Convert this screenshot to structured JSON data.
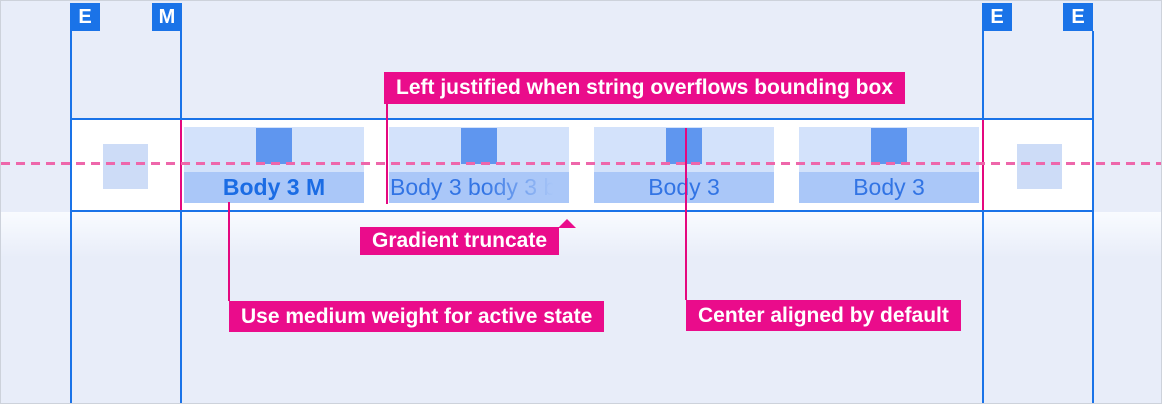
{
  "markers": [
    {
      "label": "E"
    },
    {
      "label": "M"
    },
    {
      "label": "E"
    },
    {
      "label": "E"
    }
  ],
  "tab_bar": {
    "tabs": [
      {
        "label": "Body 3 M",
        "state": "active",
        "alignment": "center"
      },
      {
        "label": "Body 3 body 3 b",
        "state": "inactive",
        "alignment": "left",
        "truncation": "gradient"
      },
      {
        "label": "Body 3",
        "state": "inactive",
        "alignment": "center"
      },
      {
        "label": "Body 3",
        "state": "inactive",
        "alignment": "center"
      }
    ]
  },
  "annotations": {
    "left_justified": "Left justified when string overflows bounding box",
    "gradient_truncate": "Gradient truncate",
    "medium_weight": "Use medium weight for active state",
    "center_aligned": "Center aligned by default"
  },
  "colors": {
    "background": "#e8edf9",
    "primary_blue": "#1a73e8",
    "annotation_pink": "#ea0c8b",
    "dashed_baseline_pink": "#ee67ab",
    "tab_keyline_fill": "#d3e2fb",
    "tab_indicator_fill": "#5f96ef",
    "tab_label_fill": "#aac7f8",
    "edge_keyline_fill": "#cddcf7"
  }
}
